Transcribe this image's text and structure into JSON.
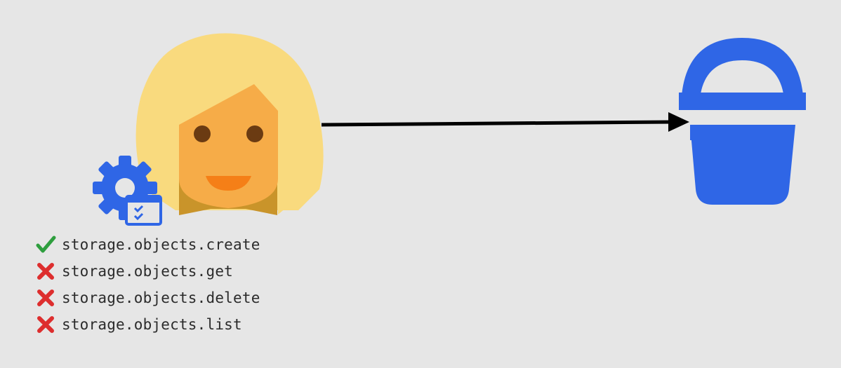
{
  "actor": {
    "avatar_icon": "woman-avatar-icon",
    "badge_icon": "service-account-gear-icon"
  },
  "target": {
    "icon": "storage-bucket-icon"
  },
  "connector": {
    "icon": "arrow-right-icon"
  },
  "colors": {
    "background": "#e6e6e6",
    "hair": "#f9da7e",
    "face": "#f6ac48",
    "neck": "#c9942a",
    "eyes": "#6b3b12",
    "mouth": "#f57f17",
    "google_blue": "#2f66e6",
    "granted": "#2e9e3e",
    "denied": "#dd2e2e"
  },
  "permissions": [
    {
      "name": "storage.objects.create",
      "status": "granted",
      "icon": "check-icon"
    },
    {
      "name": "storage.objects.get",
      "status": "denied",
      "icon": "cross-icon"
    },
    {
      "name": "storage.objects.delete",
      "status": "denied",
      "icon": "cross-icon"
    },
    {
      "name": "storage.objects.list",
      "status": "denied",
      "icon": "cross-icon"
    }
  ]
}
